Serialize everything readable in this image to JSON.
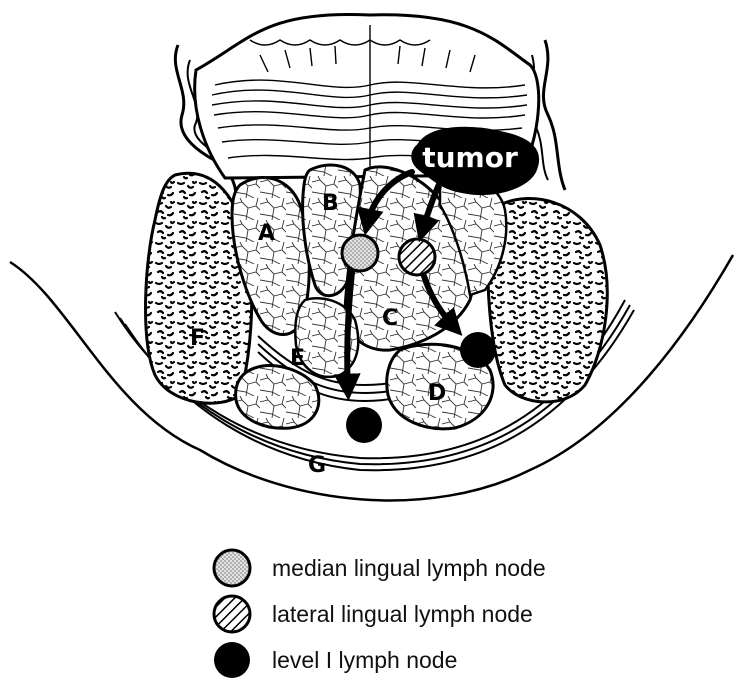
{
  "diagram": {
    "tumor_label": "tumor",
    "regions": {
      "a": "A",
      "b": "B",
      "c": "C",
      "d": "D",
      "e": "E",
      "f": "F",
      "g": "G"
    }
  },
  "legend": {
    "median": "median lingual lymph node",
    "lateral": "lateral lingual lymph node",
    "level1": "level I lymph node"
  },
  "colors": {
    "ink": "#000000",
    "median_fill": "#cfcfcf",
    "paper": "#ffffff"
  }
}
